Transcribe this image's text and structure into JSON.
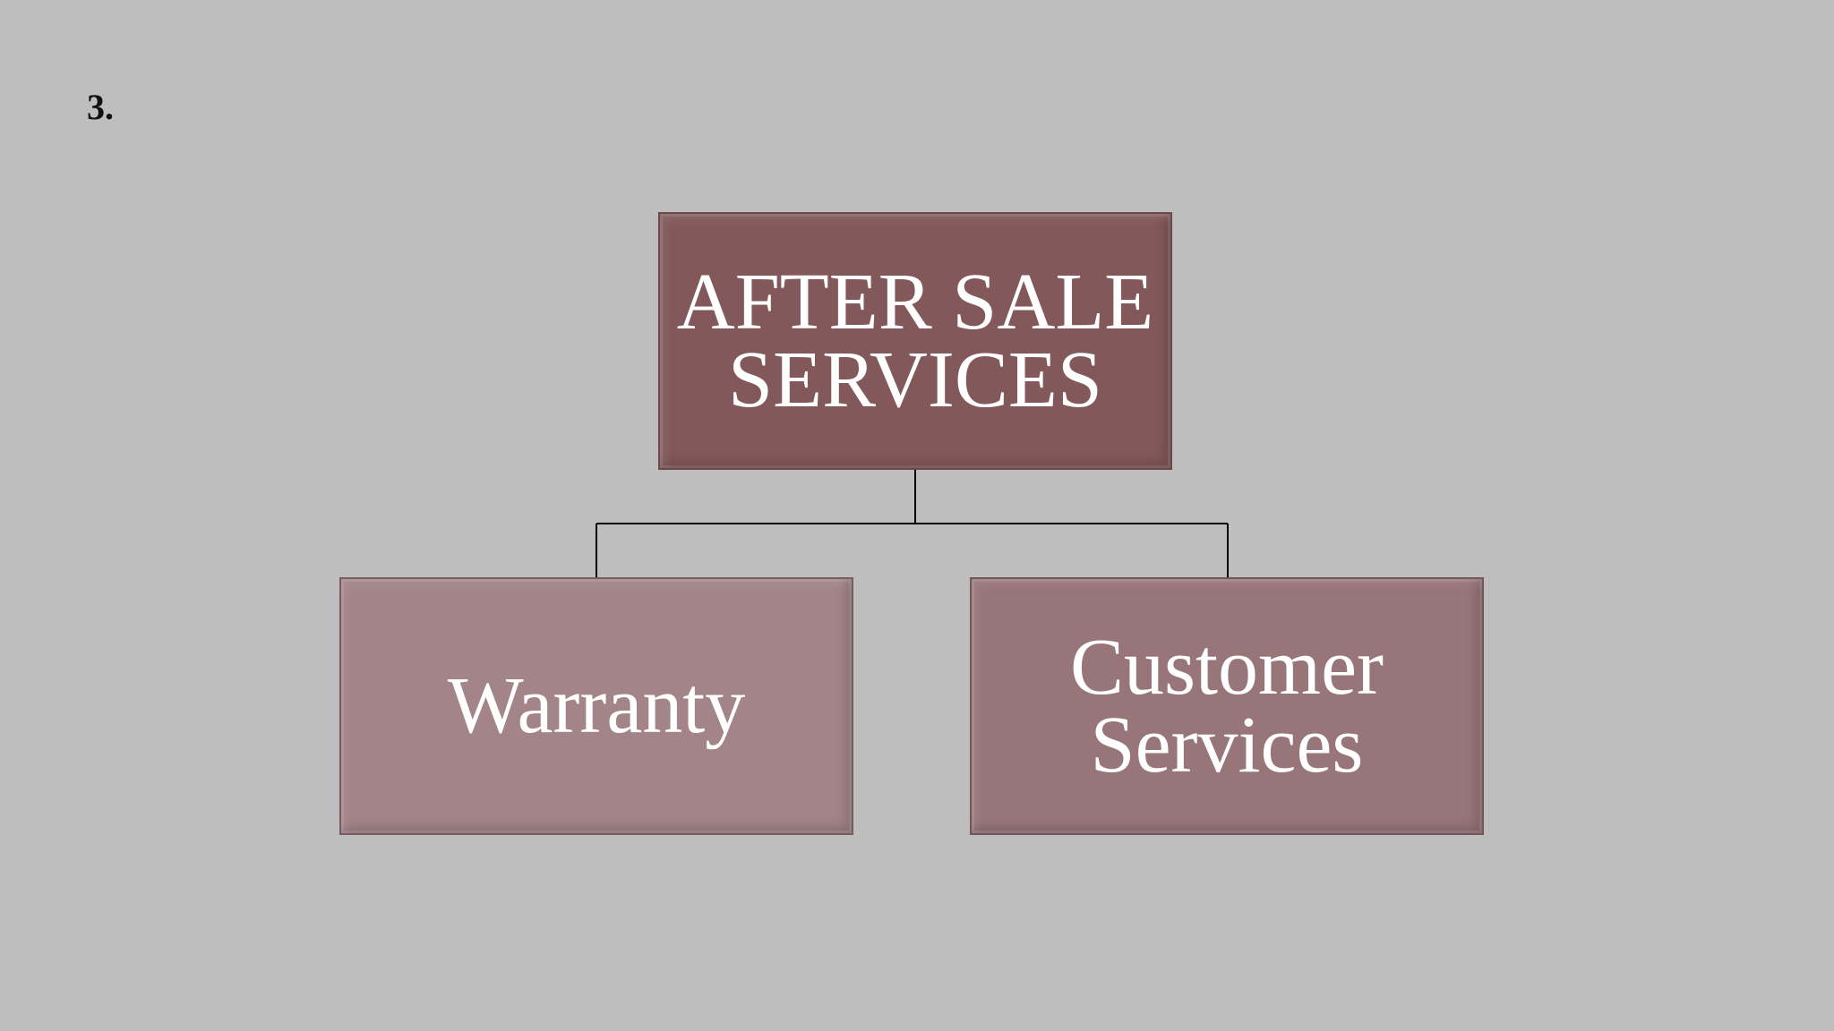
{
  "slide": {
    "number_label": "3."
  },
  "diagram": {
    "root": {
      "label": "AFTER SALE SERVICES",
      "color": "#83585a"
    },
    "children": [
      {
        "label": "Warranty",
        "color": "#a28489"
      },
      {
        "label": "Customer Services",
        "color": "#977579"
      }
    ],
    "connector_color": "#000000"
  }
}
